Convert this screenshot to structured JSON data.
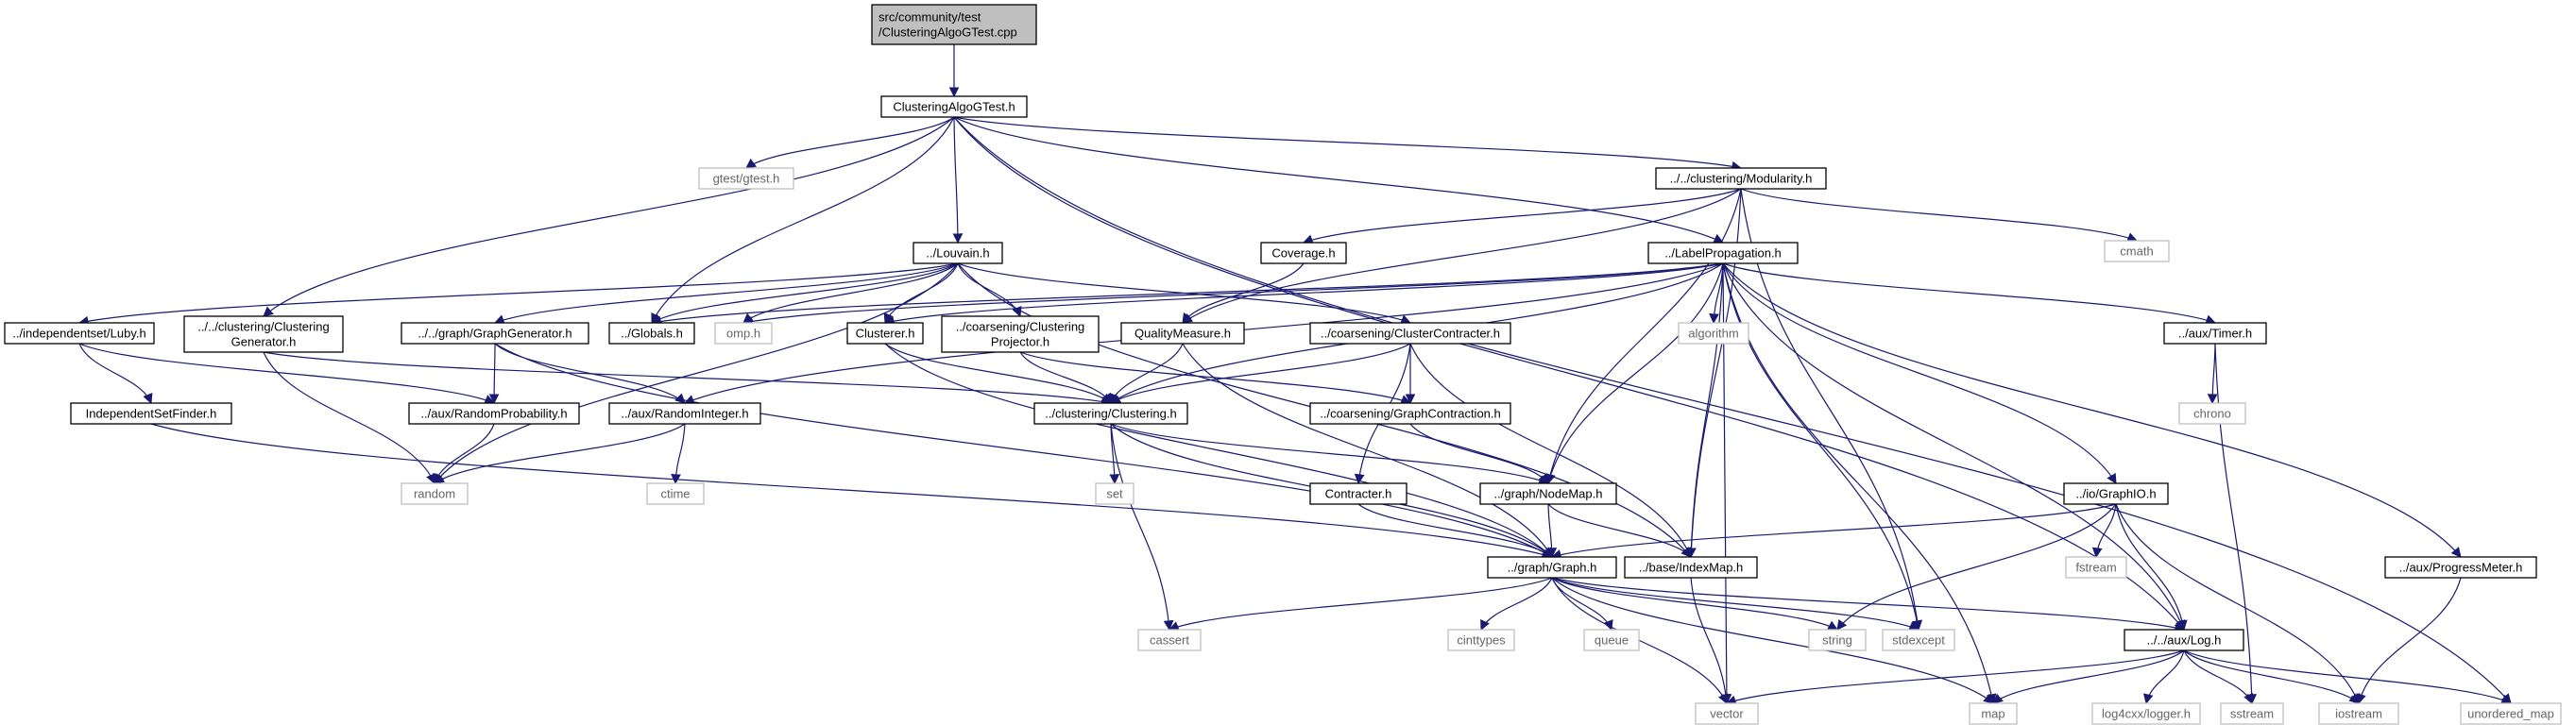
{
  "colors": {
    "edge": "#191970",
    "box_border": "#000000",
    "box_fill": "#ffffff",
    "root_fill": "#bfbfbf",
    "system_border": "#bfbfbf",
    "label": "#000000",
    "system_label": "#666666"
  },
  "nodes": [
    {
      "id": "root",
      "label": "src/community/test\n/ClusteringAlgoGTest.cpp",
      "kind": "root"
    },
    {
      "id": "cagt",
      "label": "ClusteringAlgoGTest.h",
      "kind": "header"
    },
    {
      "id": "gtest",
      "label": "gtest/gtest.h",
      "kind": "system"
    },
    {
      "id": "mod",
      "label": "../../clustering/Modularity.h",
      "kind": "header"
    },
    {
      "id": "cmath",
      "label": "cmath",
      "kind": "system"
    },
    {
      "id": "louvain",
      "label": "../Louvain.h",
      "kind": "header"
    },
    {
      "id": "coverage",
      "label": "Coverage.h",
      "kind": "header"
    },
    {
      "id": "lp",
      "label": "../LabelPropagation.h",
      "kind": "header"
    },
    {
      "id": "indep",
      "label": "../independentset/Luby.h",
      "kind": "header"
    },
    {
      "id": "clgen",
      "label": "../../clustering/Clustering\nGenerator.h",
      "kind": "header"
    },
    {
      "id": "graphgen",
      "label": "../../graph/GraphGenerator.h",
      "kind": "header"
    },
    {
      "id": "globals",
      "label": "../Globals.h",
      "kind": "header"
    },
    {
      "id": "omp",
      "label": "omp.h",
      "kind": "system"
    },
    {
      "id": "clusterer",
      "label": "Clusterer.h",
      "kind": "header"
    },
    {
      "id": "clproj",
      "label": "../coarsening/Clustering\nProjector.h",
      "kind": "header"
    },
    {
      "id": "qm",
      "label": "QualityMeasure.h",
      "kind": "header"
    },
    {
      "id": "ccontr",
      "label": "../coarsening/ClusterContracter.h",
      "kind": "header"
    },
    {
      "id": "algorithm",
      "label": "algorithm",
      "kind": "system"
    },
    {
      "id": "timer",
      "label": "../aux/Timer.h",
      "kind": "header"
    },
    {
      "id": "isf",
      "label": "IndependentSetFinder.h",
      "kind": "header"
    },
    {
      "id": "randprob",
      "label": "../aux/RandomProbability.h",
      "kind": "header"
    },
    {
      "id": "randint",
      "label": "../aux/RandomInteger.h",
      "kind": "header"
    },
    {
      "id": "clustering",
      "label": "../clustering/Clustering.h",
      "kind": "header"
    },
    {
      "id": "gcontr",
      "label": "../coarsening/GraphContraction.h",
      "kind": "header"
    },
    {
      "id": "chrono",
      "label": "chrono",
      "kind": "system"
    },
    {
      "id": "random",
      "label": "random",
      "kind": "system"
    },
    {
      "id": "ctime",
      "label": "ctime",
      "kind": "system"
    },
    {
      "id": "set",
      "label": "set",
      "kind": "system"
    },
    {
      "id": "contracter",
      "label": "Contracter.h",
      "kind": "header"
    },
    {
      "id": "nodemap",
      "label": "../graph/NodeMap.h",
      "kind": "header"
    },
    {
      "id": "graphio",
      "label": "../io/GraphIO.h",
      "kind": "header"
    },
    {
      "id": "fstream",
      "label": "fstream",
      "kind": "system"
    },
    {
      "id": "graph",
      "label": "../graph/Graph.h",
      "kind": "header"
    },
    {
      "id": "indexmap",
      "label": "../base/IndexMap.h",
      "kind": "header"
    },
    {
      "id": "progress",
      "label": "../aux/ProgressMeter.h",
      "kind": "header"
    },
    {
      "id": "cassert",
      "label": "cassert",
      "kind": "system"
    },
    {
      "id": "cinttypes",
      "label": "cinttypes",
      "kind": "system"
    },
    {
      "id": "queue",
      "label": "queue",
      "kind": "system"
    },
    {
      "id": "string",
      "label": "string",
      "kind": "system"
    },
    {
      "id": "stdexcept",
      "label": "stdexcept",
      "kind": "system"
    },
    {
      "id": "log",
      "label": "../../aux/Log.h",
      "kind": "header"
    },
    {
      "id": "vector",
      "label": "vector",
      "kind": "system"
    },
    {
      "id": "map",
      "label": "map",
      "kind": "system"
    },
    {
      "id": "log4cxx",
      "label": "log4cxx/logger.h",
      "kind": "system"
    },
    {
      "id": "sstream",
      "label": "sstream",
      "kind": "system"
    },
    {
      "id": "iostream",
      "label": "iostream",
      "kind": "system"
    },
    {
      "id": "umap",
      "label": "unordered_map",
      "kind": "system"
    }
  ],
  "edges": [
    [
      "root",
      "cagt"
    ],
    [
      "cagt",
      "gtest"
    ],
    [
      "cagt",
      "mod"
    ],
    [
      "cagt",
      "louvain"
    ],
    [
      "cagt",
      "lp"
    ],
    [
      "cagt",
      "clgen"
    ],
    [
      "cagt",
      "globals"
    ],
    [
      "cagt",
      "log"
    ],
    [
      "cagt",
      "umap"
    ],
    [
      "mod",
      "coverage"
    ],
    [
      "mod",
      "cmath"
    ],
    [
      "mod",
      "qm"
    ],
    [
      "mod",
      "nodemap"
    ],
    [
      "mod",
      "indexmap"
    ],
    [
      "mod",
      "stdexcept"
    ],
    [
      "louvain",
      "indep"
    ],
    [
      "louvain",
      "graphgen"
    ],
    [
      "louvain",
      "globals"
    ],
    [
      "louvain",
      "omp"
    ],
    [
      "louvain",
      "clusterer"
    ],
    [
      "louvain",
      "clproj"
    ],
    [
      "louvain",
      "ccontr"
    ],
    [
      "louvain",
      "indexmap"
    ],
    [
      "louvain",
      "random"
    ],
    [
      "coverage",
      "qm"
    ],
    [
      "lp",
      "clusterer"
    ],
    [
      "lp",
      "algorithm"
    ],
    [
      "lp",
      "timer"
    ],
    [
      "lp",
      "clustering"
    ],
    [
      "lp",
      "randint"
    ],
    [
      "lp",
      "nodemap"
    ],
    [
      "lp",
      "indexmap"
    ],
    [
      "lp",
      "graphio"
    ],
    [
      "lp",
      "progress"
    ],
    [
      "lp",
      "vector"
    ],
    [
      "lp",
      "map"
    ],
    [
      "lp",
      "stdexcept"
    ],
    [
      "lp",
      "log"
    ],
    [
      "lp",
      "omp"
    ],
    [
      "lp",
      "globals"
    ],
    [
      "indep",
      "isf"
    ],
    [
      "indep",
      "randprob"
    ],
    [
      "clgen",
      "clustering"
    ],
    [
      "clgen",
      "random"
    ],
    [
      "graphgen",
      "randprob"
    ],
    [
      "graphgen",
      "randint"
    ],
    [
      "graphgen",
      "graph"
    ],
    [
      "clusterer",
      "clustering"
    ],
    [
      "clusterer",
      "graph"
    ],
    [
      "clproj",
      "clustering"
    ],
    [
      "clproj",
      "gcontr"
    ],
    [
      "qm",
      "clustering"
    ],
    [
      "qm",
      "graph"
    ],
    [
      "ccontr",
      "clustering"
    ],
    [
      "ccontr",
      "gcontr"
    ],
    [
      "ccontr",
      "contracter"
    ],
    [
      "ccontr",
      "indexmap"
    ],
    [
      "timer",
      "chrono"
    ],
    [
      "timer",
      "sstream"
    ],
    [
      "isf",
      "graph"
    ],
    [
      "randprob",
      "random"
    ],
    [
      "randint",
      "random"
    ],
    [
      "randint",
      "ctime"
    ],
    [
      "clustering",
      "set"
    ],
    [
      "clustering",
      "nodemap"
    ],
    [
      "clustering",
      "cassert"
    ],
    [
      "clustering",
      "graph"
    ],
    [
      "gcontr",
      "nodemap"
    ],
    [
      "contracter",
      "graph"
    ],
    [
      "nodemap",
      "graph"
    ],
    [
      "nodemap",
      "indexmap"
    ],
    [
      "graphio",
      "graph"
    ],
    [
      "graphio",
      "fstream"
    ],
    [
      "graphio",
      "string"
    ],
    [
      "graphio",
      "log"
    ],
    [
      "graphio",
      "iostream"
    ],
    [
      "graph",
      "cassert"
    ],
    [
      "graph",
      "cinttypes"
    ],
    [
      "graph",
      "queue"
    ],
    [
      "graph",
      "string"
    ],
    [
      "graph",
      "stdexcept"
    ],
    [
      "graph",
      "log"
    ],
    [
      "graph",
      "vector"
    ],
    [
      "graph",
      "map"
    ],
    [
      "indexmap",
      "vector"
    ],
    [
      "progress",
      "iostream"
    ],
    [
      "log",
      "log4cxx"
    ],
    [
      "log",
      "sstream"
    ],
    [
      "log",
      "iostream"
    ],
    [
      "log",
      "map"
    ],
    [
      "log",
      "vector"
    ],
    [
      "log",
      "umap"
    ]
  ]
}
